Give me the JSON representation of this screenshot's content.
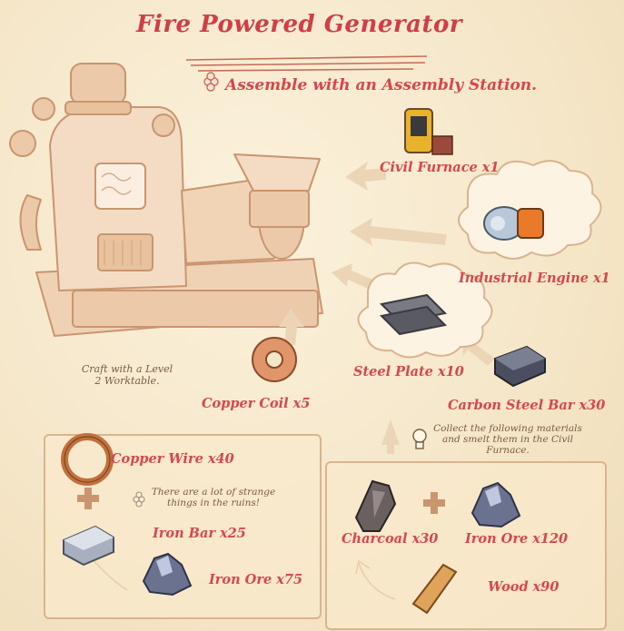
{
  "title": "Fire Powered Generator",
  "subtitle": "Assemble with an Assembly Station.",
  "items": {
    "civil_furnace": "Civil Furnace x1",
    "industrial_engine": "Industrial Engine x1",
    "steel_plate": "Steel Plate x10",
    "carbon_steel_bar": "Carbon Steel Bar x30",
    "copper_coil": "Copper Coil x5",
    "copper_wire": "Copper Wire x40",
    "iron_bar": "Iron Bar x25",
    "iron_ore_left": "Iron Ore x75",
    "charcoal": "Charcoal x30",
    "iron_ore_right": "Iron Ore x120",
    "wood": "Wood x90"
  },
  "notes": {
    "craft_worktable": "Craft with a Level 2 Worktable.",
    "ruins_hint": "There are a lot of strange things in the ruins!",
    "smelt_hint": "Collect the following materials and smelt them in the Civil Furnace."
  },
  "colors": {
    "label_red": "#d6474c",
    "sketch_brown": "#c9956f",
    "panel_border": "#d9b48f",
    "note_text": "#7a5a45"
  },
  "icons": [
    "flower-icon",
    "lightbulb-icon",
    "plus-icon",
    "plus-icon",
    "flower-icon"
  ]
}
